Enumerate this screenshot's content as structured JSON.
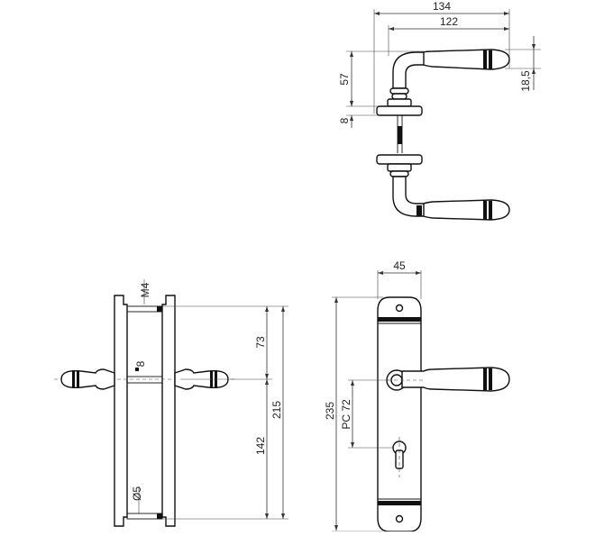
{
  "dimensions": {
    "top_view": {
      "overall_width": "134",
      "lever_width": "122",
      "lever_height": "57",
      "lever_tip_height": "18,5",
      "rose_thickness": "8"
    },
    "side_view": {
      "screw_thread": "M4",
      "spindle_square": "8",
      "upper_to_spindle": "73",
      "total_height": "215",
      "spindle_to_bottom": "142",
      "screw_diameter": "Ø5"
    },
    "front_view": {
      "plate_width": "45",
      "plate_height": "235",
      "center_distance": "PC 72"
    }
  }
}
